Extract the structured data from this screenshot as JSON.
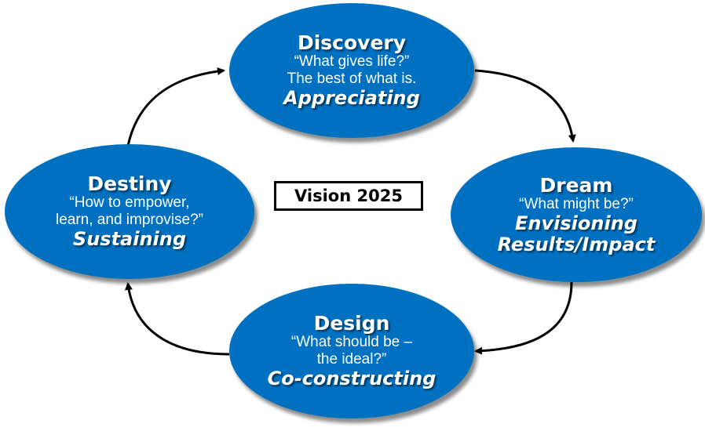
{
  "center_label": "Vision 2025",
  "stages": {
    "discovery": {
      "title": "Discovery",
      "lines": [
        "“What gives life?”",
        "The best of what is."
      ],
      "verb_lines": [
        "Appreciating"
      ]
    },
    "dream": {
      "title": "Dream",
      "lines": [
        "“What might be?”"
      ],
      "verb_lines": [
        "Envisioning",
        "Results/Impact"
      ]
    },
    "design": {
      "title": "Design",
      "lines": [
        "“What should be –",
        "the ideal?”"
      ],
      "verb_lines": [
        "Co-constructing"
      ]
    },
    "destiny": {
      "title": "Destiny",
      "lines": [
        "“How to empower,",
        "learn, and improvise?”"
      ],
      "verb_lines": [
        "Sustaining"
      ]
    }
  },
  "colors": {
    "ellipse_fill": "#0070c0",
    "text": "#ffffff",
    "arrow": "#000000"
  }
}
